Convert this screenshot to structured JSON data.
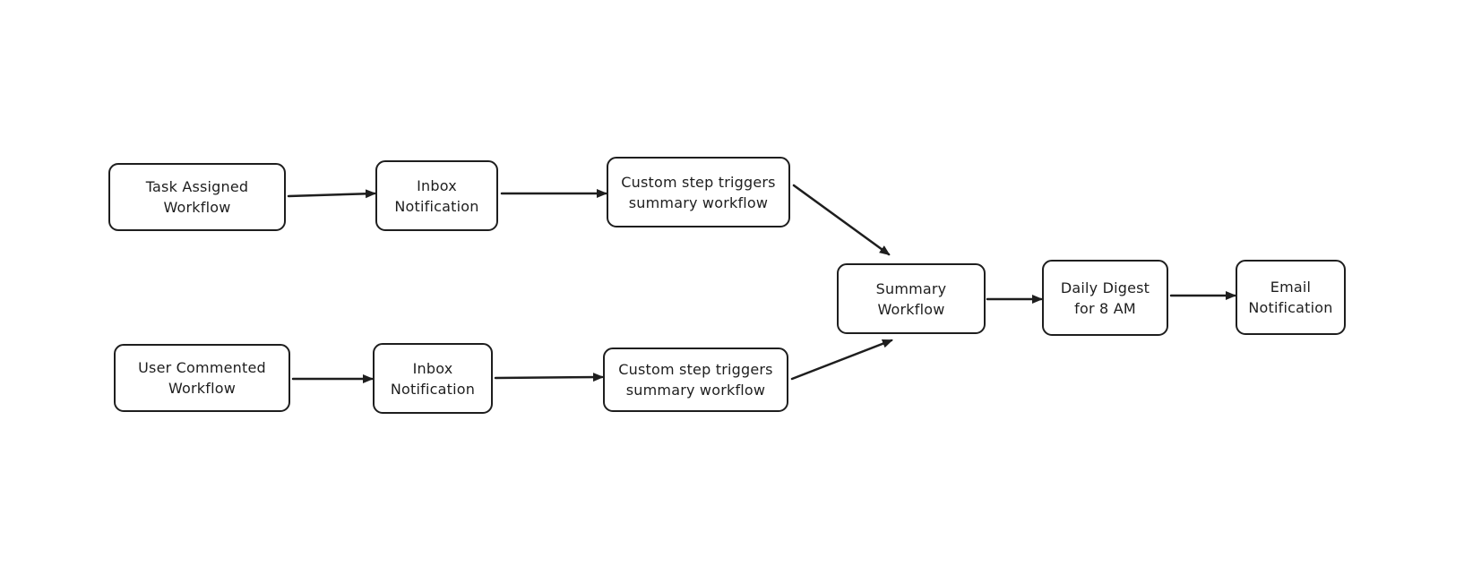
{
  "diagram": {
    "nodes": {
      "task_assigned": {
        "lines": [
          "Task Assigned",
          "Workflow"
        ]
      },
      "inbox_top": {
        "lines": [
          "Inbox",
          "Notification"
        ]
      },
      "custom_step_top": {
        "lines": [
          "Custom step triggers",
          "summary workflow"
        ]
      },
      "user_commented": {
        "lines": [
          "User Commented",
          "Workflow"
        ]
      },
      "inbox_bottom": {
        "lines": [
          "Inbox",
          "Notification"
        ]
      },
      "custom_step_bottom": {
        "lines": [
          "Custom step triggers",
          "summary workflow"
        ]
      },
      "summary": {
        "lines": [
          "Summary",
          "Workflow"
        ]
      },
      "daily_digest": {
        "lines": [
          "Daily Digest",
          "for 8 AM"
        ]
      },
      "email": {
        "lines": [
          "Email",
          "Notification"
        ]
      }
    },
    "edges": [
      {
        "from": "task_assigned",
        "to": "inbox_top"
      },
      {
        "from": "inbox_top",
        "to": "custom_step_top"
      },
      {
        "from": "custom_step_top",
        "to": "summary"
      },
      {
        "from": "user_commented",
        "to": "inbox_bottom"
      },
      {
        "from": "inbox_bottom",
        "to": "custom_step_bottom"
      },
      {
        "from": "custom_step_bottom",
        "to": "summary"
      },
      {
        "from": "summary",
        "to": "daily_digest"
      },
      {
        "from": "daily_digest",
        "to": "email"
      }
    ],
    "colors": {
      "stroke": "#1e1e1e",
      "background": "#ffffff"
    }
  }
}
